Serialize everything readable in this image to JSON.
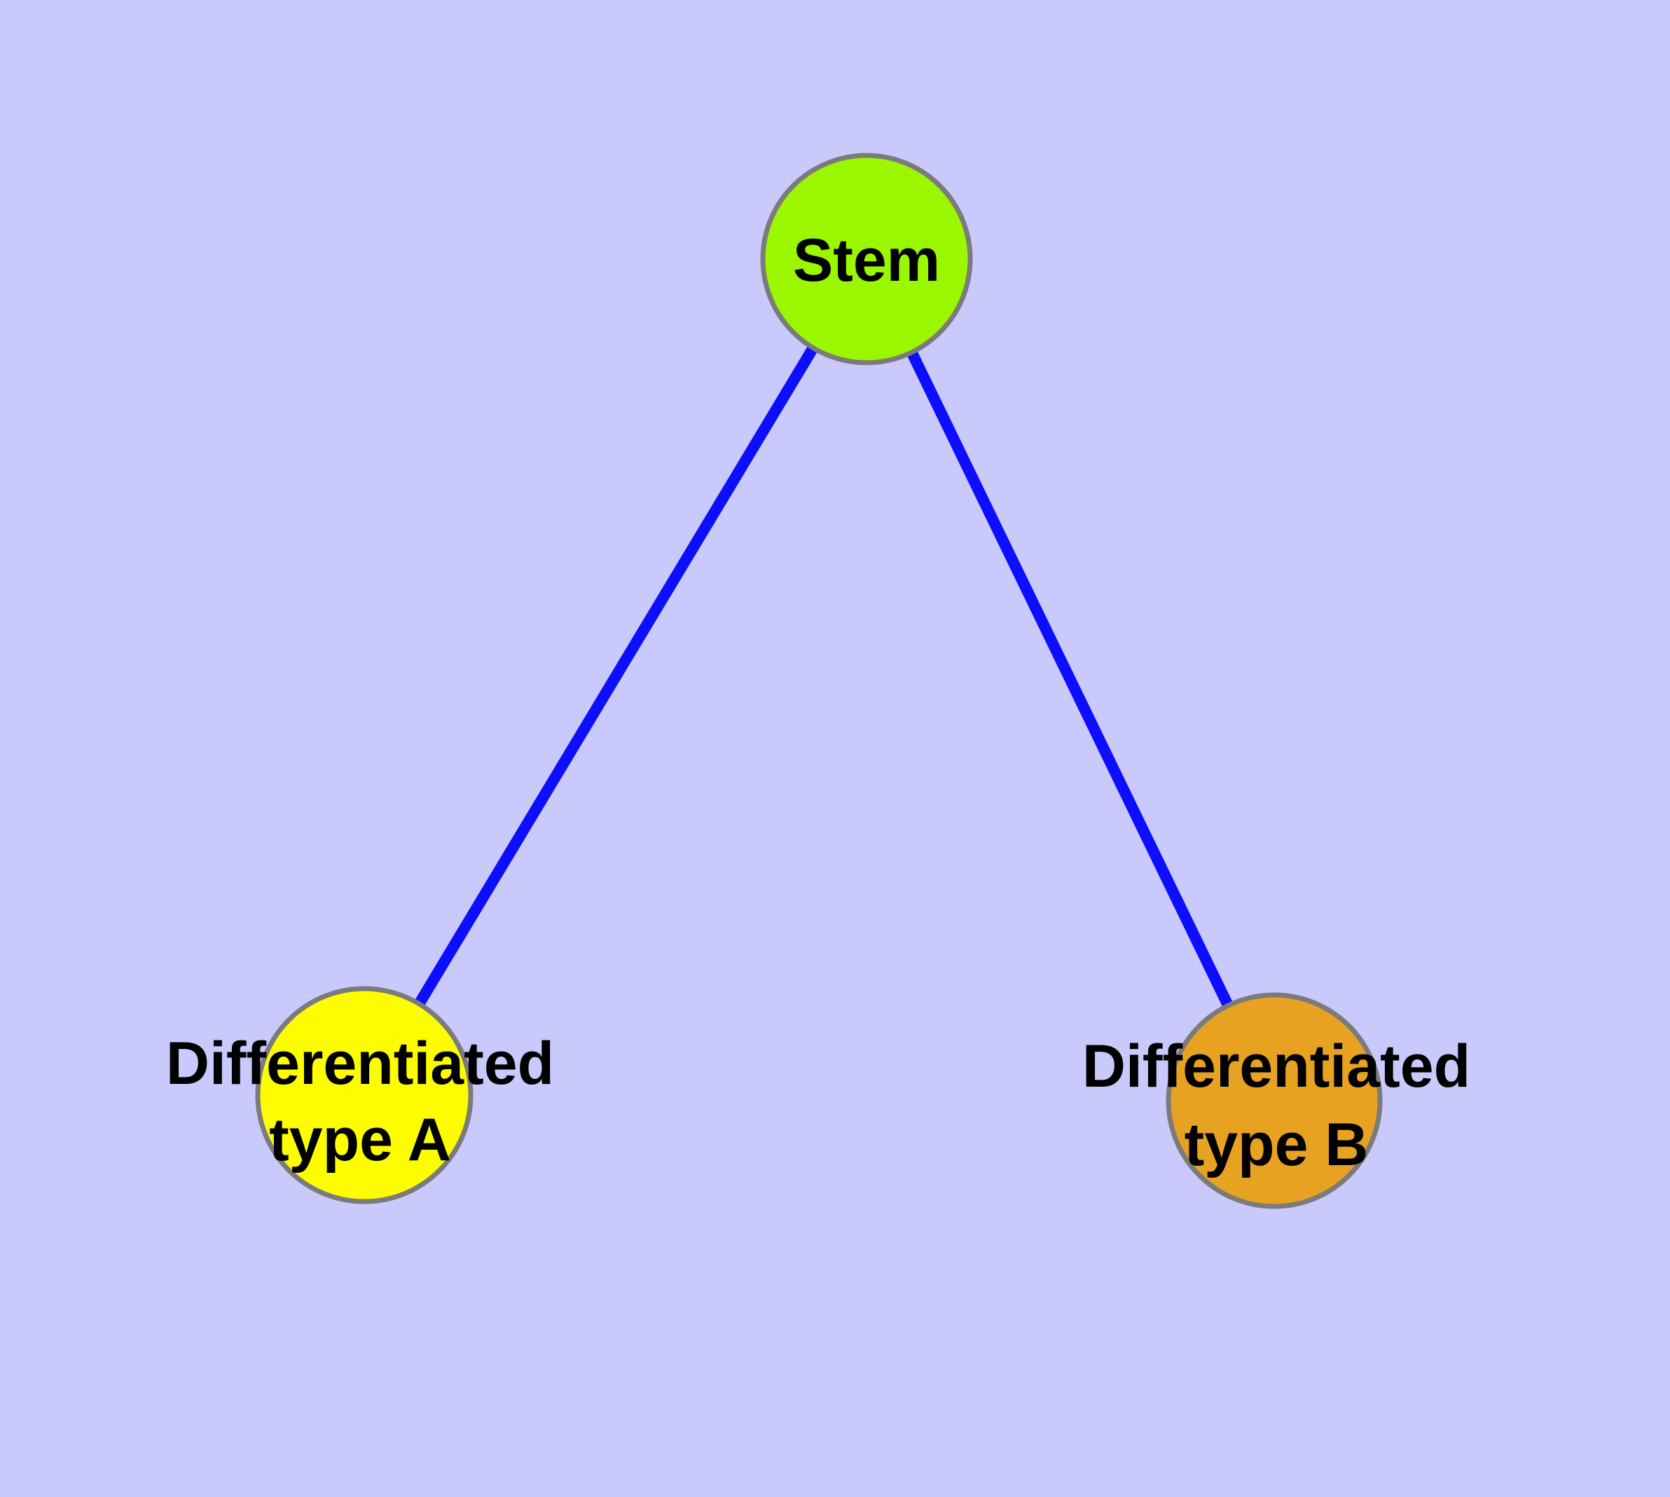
{
  "diagram": {
    "description": "Graph diagram of stem cell differentiating into two cell types",
    "canvas": {
      "background_color": "#c9c9fb",
      "edge_color": "#0d0dff",
      "node_border_color": "#7b7b7b",
      "label_color": "#000000"
    },
    "nodes": {
      "stem": {
        "label": "Stem",
        "fill": "#9bf700"
      },
      "type_a": {
        "label_line1": "Differentiated",
        "label_line2": "type A",
        "fill": "#fdfd00"
      },
      "type_b": {
        "label_line1": "Differentiated",
        "label_line2": "type B",
        "fill": "#e8a222"
      }
    },
    "edges": [
      {
        "from": "Stem",
        "to": "Differentiated type A"
      },
      {
        "from": "Stem",
        "to": "Differentiated type B"
      }
    ]
  }
}
